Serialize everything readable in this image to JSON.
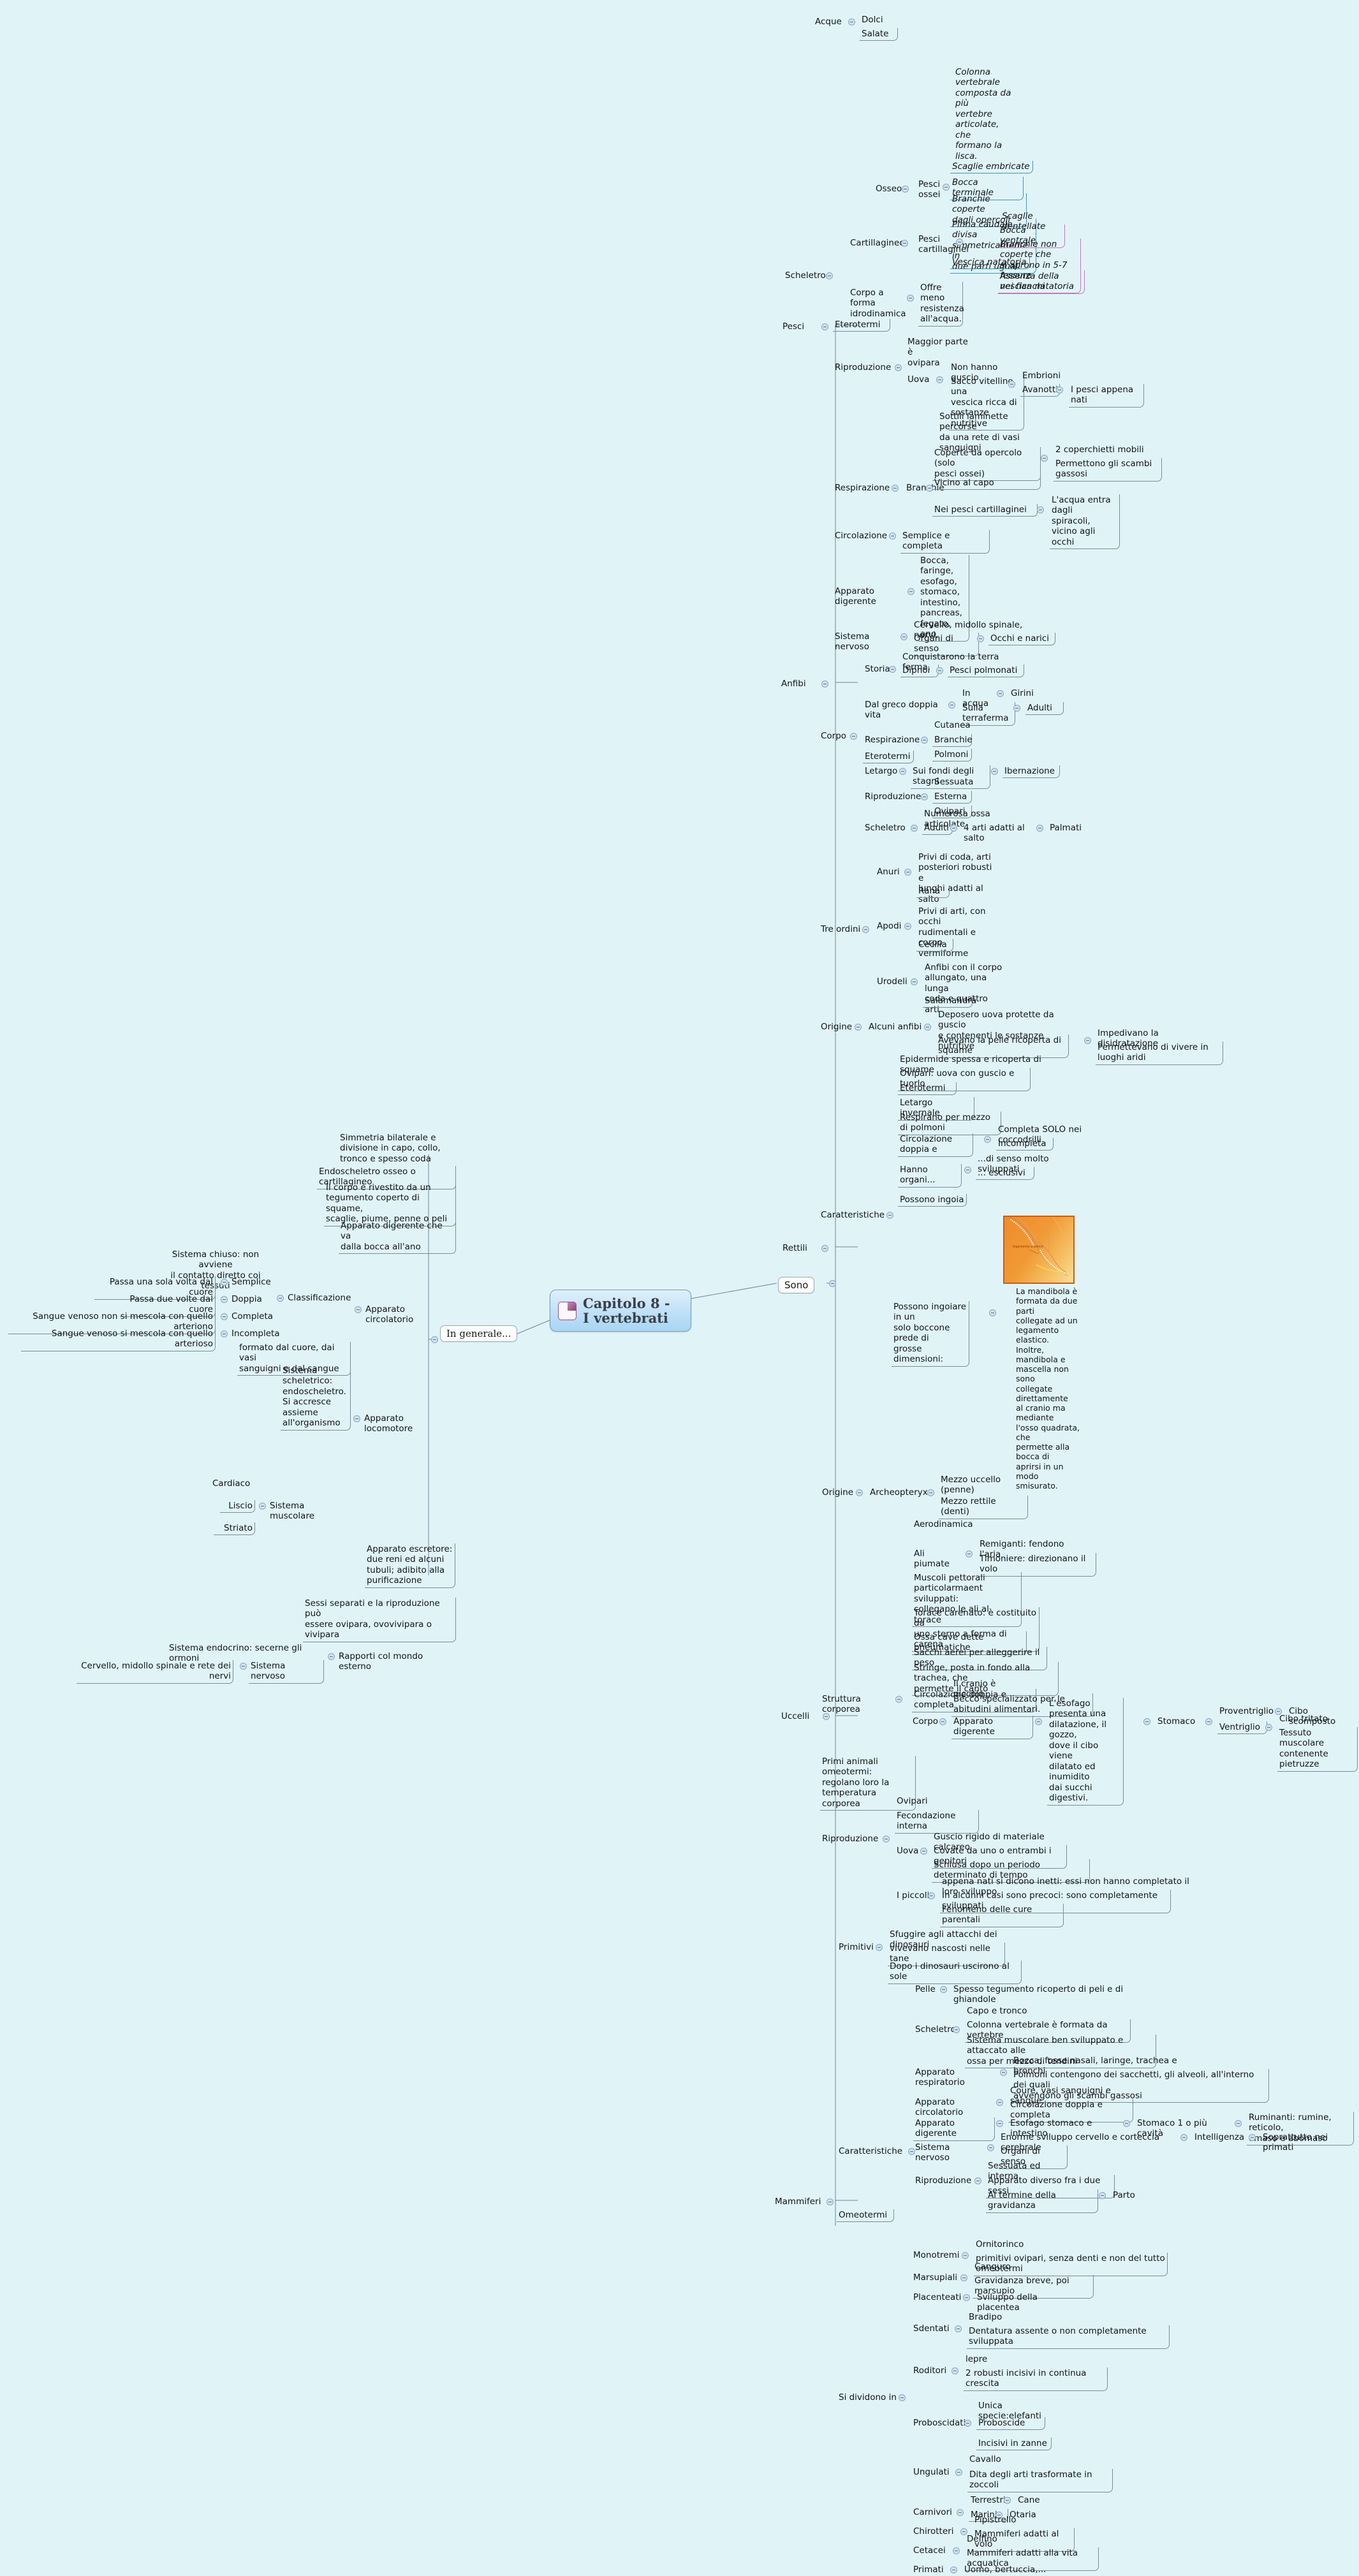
{
  "root": {
    "title": "Capitolo 8 -\nI vertebrati",
    "icon": "page-icon"
  },
  "relations": {
    "sono": "Sono",
    "in_generale": "In generale..."
  },
  "colors": {
    "background": "#e0f4f8",
    "root_fill": "#bfe0f7",
    "root_border": "#6f9fc4",
    "blue_branch": "#3d93c4",
    "pink_branch": "#c07ab8",
    "figure_border": "#d25a12"
  },
  "general": {
    "traits": [
      "Simmetria bilaterale e\ndivisione in capo, collo,\ntronco e spesso coda",
      "Endoscheletro osseo o cartillagineo",
      "Il corpo è rivestito da un\ntegumento coperto di squame,\nscaglie, piume, penne o peli",
      "Apparato digerente che va\ndalla bocca all'ano"
    ],
    "circulatory": {
      "label": "Apparato circolatorio",
      "classification_label": "Classificazione",
      "classification": [
        {
          "note": "Sistema chiuso: non avviene\nil contatto diretto coi tessuti",
          "type": ""
        },
        {
          "note": "Passa una sola volta dal cuore",
          "type": "Semplice"
        },
        {
          "note": "Passa due volte dal cuore",
          "type": "Doppia"
        },
        {
          "note": "Sangue venoso non si mescola con quello arteriono",
          "type": "Completa"
        },
        {
          "note": "Sangue venoso si mescola con quello arterioso",
          "type": "Incompleta"
        }
      ],
      "composition": "formato dal cuore, dai vasi\nsanguigni e dal sangue"
    },
    "locomotor": {
      "label": "Apparato locomotore",
      "skeletal": "Sistema\nscheletrico:\nendoscheletro.\nSi accresce\nassieme\nall'organismo",
      "muscular_label": "Sistema muscolare",
      "muscles": [
        "Cardiaco",
        "Liscio",
        "Striato"
      ]
    },
    "excretory": "Apparato escretore:\ndue reni ed alcuni\ntubuli; adibito alla\npurificazione",
    "reproduction": "Sessi separati e la riproduzione può\nessere ovipara, ovovivipara o\nvivipara",
    "external": {
      "label": "Rapporti col mondo esterno",
      "endocrine": "Sistema endocrino: secerne gli ormoni",
      "nervous_label": "Sistema nervoso",
      "nervous_note": "Cervello, midollo spinale e rete dei nervi"
    }
  },
  "classes": {
    "pesci": {
      "label": "Pesci",
      "acque": {
        "label": "Acque",
        "items": [
          "Dolci",
          "Salate"
        ]
      },
      "scheletro": {
        "label": "Scheletro",
        "osseo": {
          "label": "Osseo",
          "group": "Pesci\nossei",
          "items": [
            "Colonna\nvertebrale\ncomposta da più\nvertebre\narticolate, che\nformano la lisca.",
            "Scaglie embricate",
            "Bocca terminale",
            "Branchie coperte\ndagli opercoli",
            "Pinna caudale divisa\nsimmetricamente in\ndue parti uguali",
            "Vescica natatoria"
          ]
        },
        "cartillagineo": {
          "label": "Cartillagineo",
          "group": "Pesci\ncartillaginei",
          "items": [
            "Scaglie dentellate",
            "Bocca ventrale",
            "Branchie non coperte che\nsi aprono in 5-7 fessure\nnei fianchi",
            "Assenza della vescica natatoria"
          ]
        },
        "idrodinamica": {
          "label": "Corpo a forma\nidrodinamica",
          "note": "Offre meno\nresistenza\nall'acqua."
        }
      },
      "eterotermi": "Eterotermi",
      "riproduzione": {
        "label": "Riproduzione",
        "ovipara": "Maggior parte è\novipara",
        "uova": {
          "label": "Uova",
          "items": [
            "Non hanno guscio",
            "Sacco vitellino, una\nvescica ricca di\nsostanze nutritive"
          ],
          "embrioni": "Embrioni",
          "avanotti": "Avanotti",
          "avanotti_note": "I pesci appena nati"
        }
      },
      "respirazione": {
        "label": "Respirazione",
        "branchie": "Branchie",
        "items": [
          "Sottili laminette percorse\nda una rete di vasi\nsanguigni",
          "Coperte da opercolo (solo\npesci ossei)",
          "Vicino al capo",
          "Nei pesci cartillaginei"
        ],
        "opercolo_sub": [
          "2 coperchietti mobili",
          "Permettono gli scambi gassosi"
        ],
        "cartillaginei_sub": "L'acqua entra dagli\nspiracoli, vicino agli\nocchi"
      },
      "circolazione": {
        "label": "Circolazione",
        "note": "Semplice e completa"
      },
      "digerente": {
        "label": "Apparato digerente",
        "note": "Bocca, faringe,\nesofago,\nstomaco,\nintestino,\npancreas,\nfegato, ano"
      },
      "nervoso": {
        "label": "Sistema nervoso",
        "note": "Cervello, midollo spinale, nervi.",
        "organi_label": "Organi di senso",
        "organi_note": "Occhi e narici"
      }
    },
    "anfibi": {
      "label": "Anfibi",
      "corpo": {
        "label": "Corpo",
        "storia": {
          "label": "Storia",
          "items": [
            "Conquistarono la terra ferma."
          ],
          "dipnoi": "Dipnoi",
          "dipnoi_note": "Pesci polmonati"
        },
        "doppia_vita": {
          "label": "Dal greco doppia vita",
          "items": [
            {
              "where": "In acqua",
              "stage": "Girini"
            },
            {
              "where": "Sulla terraferma",
              "stage": "Adulti"
            }
          ]
        },
        "respirazione": {
          "label": "Respirazione",
          "items": [
            "Cutanea",
            "Branchie",
            "Polmoni"
          ]
        },
        "eterotermi": "Eterotermi",
        "letargo": {
          "label": "Letargo",
          "note": "Sui fondi degli stagni",
          "sub": "Ibernazione"
        },
        "riproduzione": {
          "label": "Riproduzione",
          "items": [
            "Sessuata",
            "Esterna",
            "Ovipari"
          ]
        },
        "scheletro": {
          "label": "Scheletro",
          "items": [
            "Numerosa ossa articolate"
          ],
          "adulti": "Adulti",
          "adulti_note": "4 arti adatti al salto",
          "palmati": "Palmati"
        }
      },
      "tre_ordini": {
        "label": "Tre ordini",
        "orders": [
          {
            "name": "Anuri",
            "desc": "Privi di coda, arti\nposteriori robusti e\nlunghi adatti al salto",
            "example": "Rana"
          },
          {
            "name": "Apodi",
            "desc": "Privi di arti, con occhi\nrudimentali e corpo\nvermiforme",
            "example": "Cecilia"
          },
          {
            "name": "Urodeli",
            "desc": "Anfibi con il corpo\nallungato, una lunga\ncoda e quattro arti",
            "example": "Salamandra"
          }
        ]
      }
    },
    "rettili": {
      "label": "Rettili",
      "origine": {
        "label": "Origine",
        "alcuni": "Alcuni anfibi",
        "items": [
          "Deposero uova protette da guscio\ne contenenti le sostanze nutritive",
          "Avevano la pelle ricoperta di squame"
        ],
        "squame_sub": [
          "Impedivano la disidratazione",
          "Permettevano di vivere in luoghi aridi"
        ]
      },
      "caratteristiche": {
        "label": "Caratteristiche",
        "items": [
          "Epidermide spessa e ricoperta di squame",
          "Ovipari: uova con guscio e tuorlo",
          "Eterotermi",
          "Letargo invernale",
          "Respirano per mezzo di polmoni"
        ],
        "circolazione": {
          "label": "Circolazione doppia e",
          "sub": [
            "Completa SOLO nei coccodrilli",
            "Incompleta"
          ]
        },
        "organi": {
          "label": "Hanno organi...",
          "sub": [
            "...di senso molto sviluppati",
            "... esclusivi"
          ]
        },
        "ingoia": "Possono ingoia",
        "prede": "Possono ingoiare in un\nsolo boccone prede di\ngrosse dimensioni:",
        "figure_caption": "La mandibola è\nformata da due parti\ncollegate ad un\nlegamento elastico.\nInoltre, mandibola e\nmascella non sono\ncollegate direttamente\nal cranio ma mediante\nl'osso quadrata, che\npermette alla bocca di\naprirsi in un modo\nsmisurato.",
        "figure_label": "legamento\nelastico"
      }
    },
    "uccelli": {
      "label": "Uccelli",
      "origine": {
        "label": "Origine",
        "archeopteryx": "Archeopteryx",
        "items": [
          "Mezzo uccello (penne)",
          "Mezzo rettile (denti)"
        ]
      },
      "struttura": {
        "label": "Struttura corporea",
        "items": [
          "Aerodinamica",
          "Muscoli pettorali\nparticolarmaent sviluppati:\ncollegano le ali al torace",
          "Torace carenato: è costituito da\nuno sterno a forma di carena",
          "Ossa cave dette pneumatiche",
          "Sacchi aerei per alleggerire il peso",
          "Stringe, posta in fondo alla trachea, che\npermette il canto",
          "Circolazione doppia e completa"
        ],
        "ali": {
          "label": "Ali piumate",
          "sub": [
            "Remiganti: fendono l'aria",
            "Timoniere: direzionano il volo"
          ]
        },
        "corpo": {
          "label": "Corpo",
          "items": [
            "Il cranio è piccolo",
            "Becco specializzato per le abitudini alimentari."
          ],
          "digerente": {
            "label": "Apparato digerente",
            "note": "L'esofago presenta una\ndilatazione, il gozzo,\ndove il cibo viene\ndilatato ed inumidito\ndai succhi digestivi.",
            "stomaco": "Stomaco",
            "proventriglio": "Proventriglio",
            "proventriglio_note": "Cibo scomposto",
            "ventriglio": "Ventriglio",
            "ventriglio_sub": [
              "Cibo tritato",
              "Tessuto muscolare\ncontenente pietruzze"
            ]
          }
        }
      },
      "omeotermi": "Primi animali omeotermi:\nregolano loro la temperatura\ncorporea",
      "riproduzione": {
        "label": "Riproduzione",
        "items": [
          "Ovipari",
          "Fecondazione interna"
        ],
        "uova": {
          "label": "Uova",
          "sub": [
            "Guscio rigido di materiale calcareo",
            "Covate da uno o entrambi i genitori",
            "Schiusa dopo un periodo determinato di tempo"
          ]
        },
        "piccoli": {
          "label": "I piccoli",
          "sub": [
            "appena nati si dicono inetti: essi non hanno completato il loro sviluppo",
            "In alcunni casi sono precoci: sono completamente sviluppati",
            "Fenomeno delle cure parentali"
          ]
        }
      }
    },
    "mammiferi": {
      "label": "Mammiferi",
      "primitivi": {
        "label": "Primitivi",
        "items": [
          "Sfuggire agli attacchi dei dinosauri",
          "vivevano nascosti nelle tane",
          "Dopo i dinosauri uscirono al sole"
        ]
      },
      "caratteristiche": {
        "label": "Caratteristiche",
        "pelle": {
          "label": "Pelle",
          "note": "Spesso tegumento ricoperto di peli e di ghiandole"
        },
        "scheletro": {
          "label": "Scheletro",
          "items": [
            "Capo e tronco",
            "Colonna vertebrale è formata da vertebre",
            "Sistema muscolare ben sviluppato e attaccato alle\nossa per mezzo di tendini"
          ]
        },
        "respiratorio": {
          "label": "Apparato respiratorio",
          "items": [
            "Bocca, fosse nasali, laringe, trachea e bronchi",
            "Polmoni contengono dei sacchetti, gli alveoli, all'interno dei quali\navvengono gli scambi gassosi"
          ]
        },
        "circolatorio": {
          "label": "Apparato circolatorio",
          "items": [
            "Coure, vasi sanguigni e sangue",
            "Circolazione doppia e completa"
          ]
        },
        "digerente": {
          "label": "Apparato digerente",
          "note": "Esofago stomaco e intestino",
          "stomaco": "Stomaco 1 o più cavità",
          "ruminanti": "Ruminanti: rumine, reticolo,\nomaso e abomaso"
        },
        "nervoso": {
          "label": "Sistema nervoso",
          "cervello": "Enorme sviluppo cervello e corteccia cerebrale",
          "intelligenza": "Intelligenza",
          "primati": "Soprattutto nei primati",
          "organi": "Organi di senso"
        },
        "riproduzione": {
          "label": "Riproduzione",
          "items": [
            "Sessuata ed interna",
            "Apparato diverso fra i due sessi",
            "Al termine della gravidanza"
          ],
          "parto": "Parto"
        }
      },
      "omeotermi": "Omeotermi",
      "si_dividono": {
        "label": "Si dividono in",
        "orders": [
          {
            "name": "Monotremi",
            "items": [
              "Ornitorinco",
              "primitivi ovipari, senza denti e non del tutto omeotermi"
            ]
          },
          {
            "name": "Marsupiali",
            "items": [
              "Canguro",
              "Gravidanza breve, poi marsupio"
            ]
          },
          {
            "name": "Placenteati",
            "items": [
              "Sviluppo della placentea"
            ]
          },
          {
            "name": "Sdentati",
            "items": [
              "Bradipo",
              "Dentatura assente o non completamente sviluppata"
            ]
          },
          {
            "name": "Roditori",
            "items": [
              "lepre",
              "2 robusti incisivi in continua crescita"
            ]
          },
          {
            "name": "Proboscidati",
            "items": [
              "Unica specie:elefanti",
              "Proboscide",
              "Incisivi in zanne"
            ]
          },
          {
            "name": "Ungulati",
            "items": [
              "Cavallo",
              "Dita degli arti trasformate in zoccoli"
            ]
          },
          {
            "name": "Carnivori",
            "items": [
              "Terrestri",
              "Marini"
            ],
            "subs": [
              "Cane",
              "Otaria"
            ]
          },
          {
            "name": "Chirotteri",
            "items": [
              "Pipistrello",
              "Mammiferi adatti al volo"
            ]
          },
          {
            "name": "Cetacei",
            "items": [
              "Delfino",
              "Mammiferi adatti alla vita acquatica"
            ]
          },
          {
            "name": "Primati",
            "items": [
              "Uomo, bertuccia,..."
            ]
          }
        ]
      }
    }
  }
}
